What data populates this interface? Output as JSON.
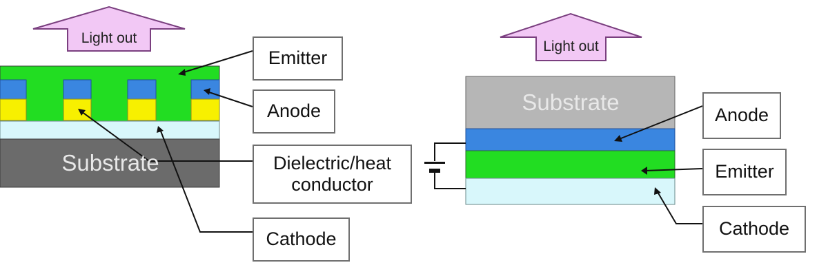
{
  "colors": {
    "emitter": "#22dd22",
    "anode": "#3a86e0",
    "cathode_pad": "#f7f000",
    "dielectric": "#d8f7fb",
    "substrate_dark": "#6b6b6b",
    "substrate_light": "#b6b6b6",
    "arrow_fill": "#f2c8f5",
    "arrow_stroke": "#7a3f7f",
    "line": "#111111"
  },
  "left": {
    "light_out": "Light out",
    "substrate": "Substrate",
    "labels": {
      "emitter": "Emitter",
      "anode": "Anode",
      "dielectric_line1": "Dielectric/heat",
      "dielectric_line2": "conductor",
      "cathode": "Cathode"
    }
  },
  "right": {
    "light_out": "Light out",
    "substrate": "Substrate",
    "labels": {
      "anode": "Anode",
      "emitter": "Emitter",
      "cathode": "Cathode"
    }
  }
}
